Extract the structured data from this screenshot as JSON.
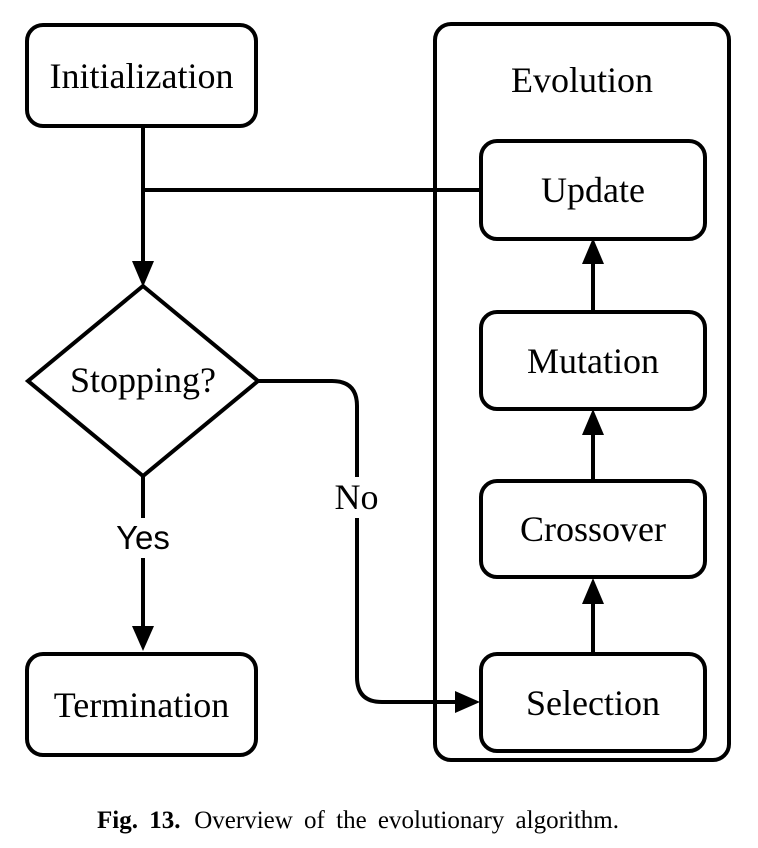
{
  "diagram": {
    "nodes": {
      "initialization": "Initialization",
      "evolution_group": "Evolution",
      "update": "Update",
      "mutation": "Mutation",
      "crossover": "Crossover",
      "selection": "Selection",
      "stopping_decision": "Stopping?",
      "termination": "Termination"
    },
    "edge_labels": {
      "yes": "Yes",
      "no": "No"
    },
    "colors": {
      "line": "#000000",
      "node_fill": "#ffffff",
      "text": "#000000",
      "background": "#ffffff"
    }
  },
  "caption": {
    "label": "Fig. 13.",
    "text": "Overview of the evolutionary algorithm."
  }
}
